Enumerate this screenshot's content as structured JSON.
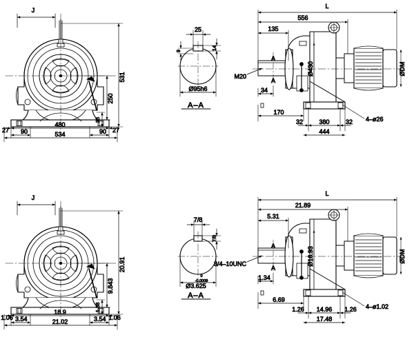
{
  "drawing": {
    "title": "Gearmotor dimensional drawing",
    "units_note": "top row metric (mm), bottom row inch",
    "line_color": "#000000",
    "background": "#ffffff"
  },
  "views": {
    "top_left": {
      "name": "front-view-metric",
      "labels": {
        "j": "J",
        "height_total": "531",
        "height_center": "250",
        "foot_thickness": "35",
        "foot_slot_left": "90",
        "foot_slot_right": "90",
        "edge_left": "27",
        "edge_right": "27",
        "base_inner": "480",
        "base_outer": "534"
      }
    },
    "top_mid": {
      "name": "section-a-a-metric",
      "labels": {
        "key_width": "25",
        "key_height": "14",
        "key_depth": "9",
        "shaft_dia": "Ø95h6",
        "section_title": "A–A"
      }
    },
    "top_right": {
      "name": "side-view-metric",
      "labels": {
        "overall_l": "L",
        "length_556": "556",
        "length_135": "135",
        "thread": "M20",
        "dim_34": "34",
        "dim_170": "170",
        "dim_32_left": "32",
        "dim_380": "380",
        "dim_32_right": "32",
        "dim_444": "444",
        "flange_dia": "Ø430",
        "motor_dia": "ØDM",
        "holes": "4–ø26",
        "section_mark_top": "A",
        "section_mark_bottom": "A"
      }
    },
    "bottom_left": {
      "name": "front-view-inch",
      "labels": {
        "j": "J",
        "height_total": "20.91",
        "height_center": "9.843",
        "foot_thickness": "1.38",
        "foot_slot_left": "3.54",
        "foot_slot_right": "3.54",
        "edge_left": "1.06",
        "edge_right": "1.06",
        "base_inner": "18.9",
        "base_outer": "21.02"
      }
    },
    "bottom_mid": {
      "name": "section-a-a-inch",
      "labels": {
        "key_width": "7/8",
        "key_height": "7/8",
        "shaft_dia": "Ø3.625",
        "tol_upper": "0",
        "tol_lower": "-0.0009",
        "section_title": "A–A"
      }
    },
    "bottom_right": {
      "name": "side-view-inch",
      "labels": {
        "overall_l": "L",
        "length_2189": "21.89",
        "length_531": "5.31",
        "thread": "3/4–10UNC",
        "dim_134": "1.34",
        "dim_669": "6.69",
        "dim_126_left": "1.26",
        "dim_1496": "14.96",
        "dim_126_right": "1.26",
        "dim_1748": "17.48",
        "flange_dia": "Ø16.93",
        "motor_dia": "ØDM",
        "holes": "4–ø1.02",
        "section_mark_top": "A",
        "section_mark_bottom": "A"
      }
    }
  }
}
